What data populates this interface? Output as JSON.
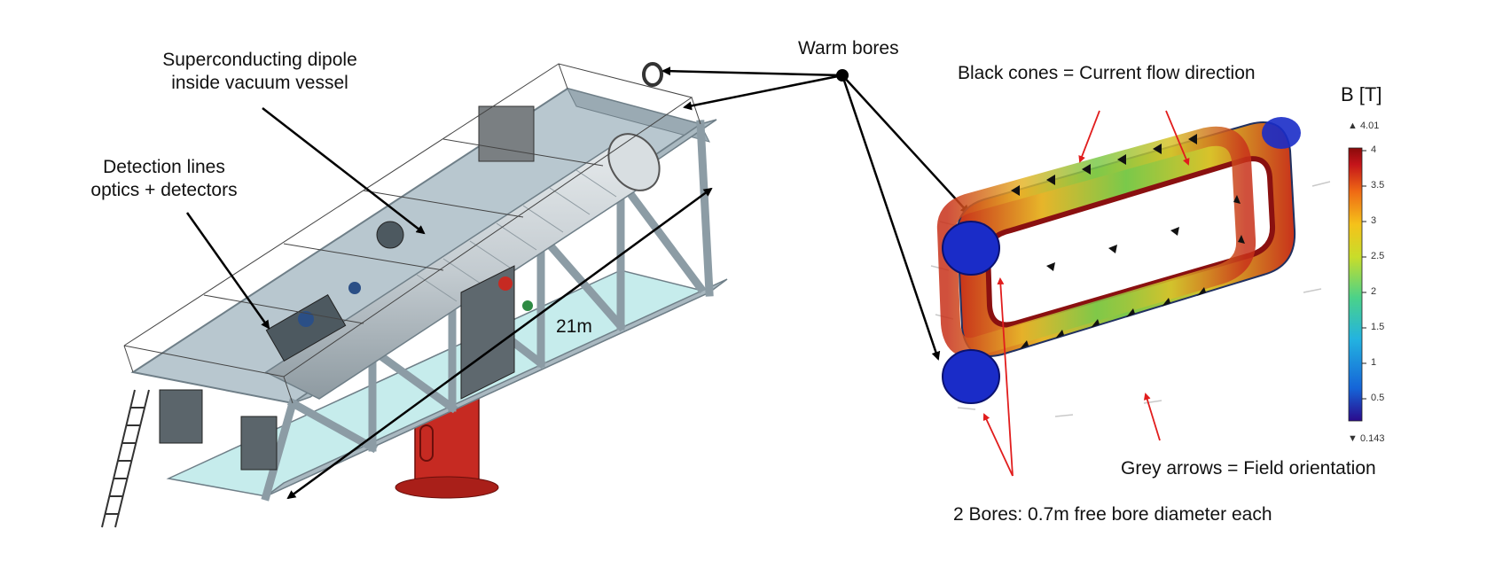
{
  "labels": {
    "dipole_line1": "Superconducting dipole",
    "dipole_line2": "inside vacuum vessel",
    "detection_line1": "Detection lines",
    "detection_line2": "optics + detectors",
    "length": "21m",
    "warm_bores": "Warm bores",
    "black_cones": "Black cones = Current flow direction",
    "grey_arrows": "Grey arrows = Field orientation",
    "bores_note": "2 Bores: 0.7m free bore diameter each"
  },
  "colorbar": {
    "title": "B [T]",
    "max_label": "▲ 4.01",
    "min_label": "▼ 0.143",
    "ticks": [
      "4",
      "3.5",
      "3",
      "2.5",
      "2",
      "1.5",
      "1",
      "0.5"
    ],
    "colors": [
      "#2a0a8c",
      "#1565d8",
      "#23b3e0",
      "#4ad28a",
      "#c8dd2a",
      "#f5c21a",
      "#ef6a14",
      "#c4141a",
      "#8a0a0a"
    ]
  },
  "colors": {
    "frame": "#b8c7cf",
    "frame_dark": "#6f7f88",
    "pedestal": "#c62a22",
    "glass": "#c6ecec",
    "arrow": "#000000",
    "red_pointer": "#e11d1d"
  }
}
